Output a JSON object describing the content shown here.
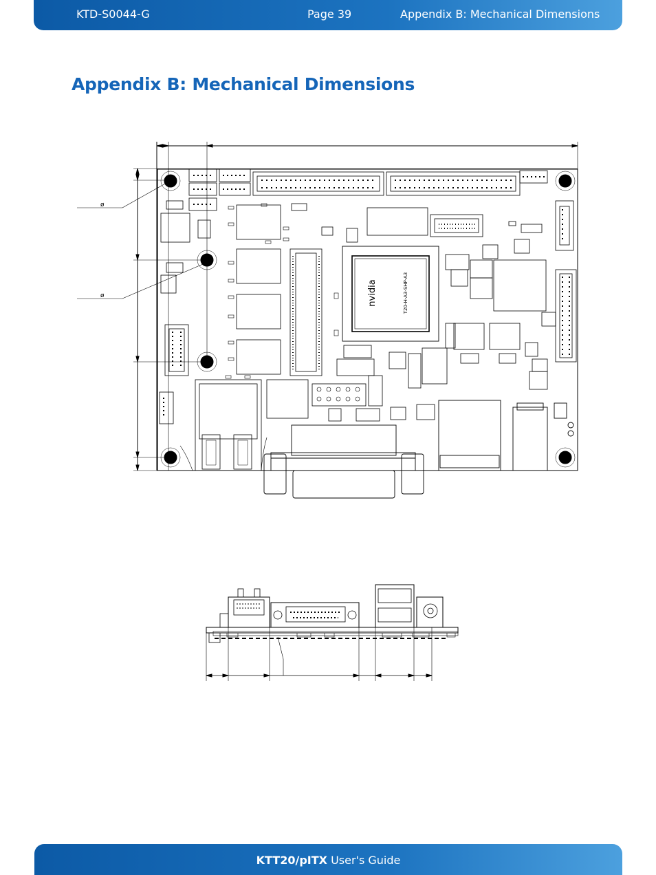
{
  "header": {
    "doc_id": "KTD-S0044-G",
    "page": "Page 39",
    "section": "Appendix B: Mechanical Dimensions"
  },
  "title": "Appendix B: Mechanical Dimensions",
  "drawing": {
    "diameter_symbol": "ø",
    "chip_brand": "nvidia",
    "chip_marking": "T20-H-A3-SHP-A3"
  },
  "footer": {
    "product": "KTT20/pITX",
    "guide": "User's Guide"
  },
  "colors": {
    "header_blue": "#1565b8",
    "bar_blue": "#0c5aa6"
  }
}
